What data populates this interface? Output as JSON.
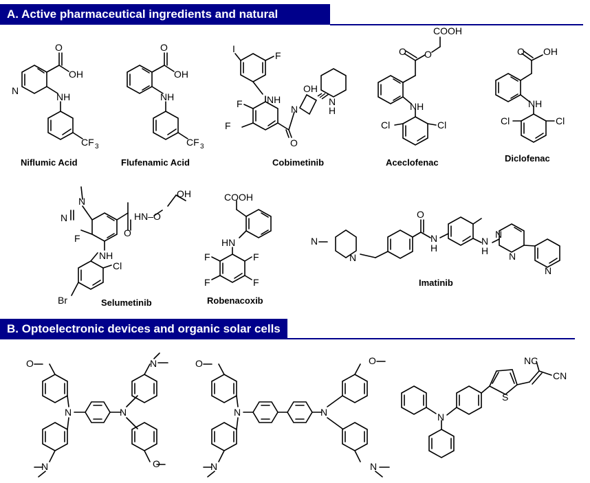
{
  "sections": {
    "a": {
      "title": "A. Active pharmaceutical ingredients and natural products"
    },
    "b": {
      "title": "B. Optoelectronic devices and organic solar cells"
    }
  },
  "compounds": {
    "niflumic": "Niflumic Acid",
    "flufenamic": "Flufenamic Acid",
    "cobimetinib": "Cobimetinib",
    "aceclofenac": "Aceclofenac",
    "diclofenac": "Diclofenac",
    "selumetinib": "Selumetinib",
    "robenacoxib": "Robenacoxib",
    "imatinib": "Imatinib"
  },
  "atoms": {
    "N": "N",
    "NH": "NH",
    "H": "H",
    "O": "O",
    "OH": "OH",
    "F": "F",
    "Cl": "Cl",
    "Br": "Br",
    "I": "I",
    "CF": "CF",
    "three": "3",
    "COOH": "COOH",
    "HN": "HN",
    "NC": "NC",
    "CN": "CN",
    "S": "S",
    "HNO": "HN–O"
  },
  "colors": {
    "header_bg": "#00008b",
    "header_text": "#ffffff",
    "bond": "#000000"
  }
}
